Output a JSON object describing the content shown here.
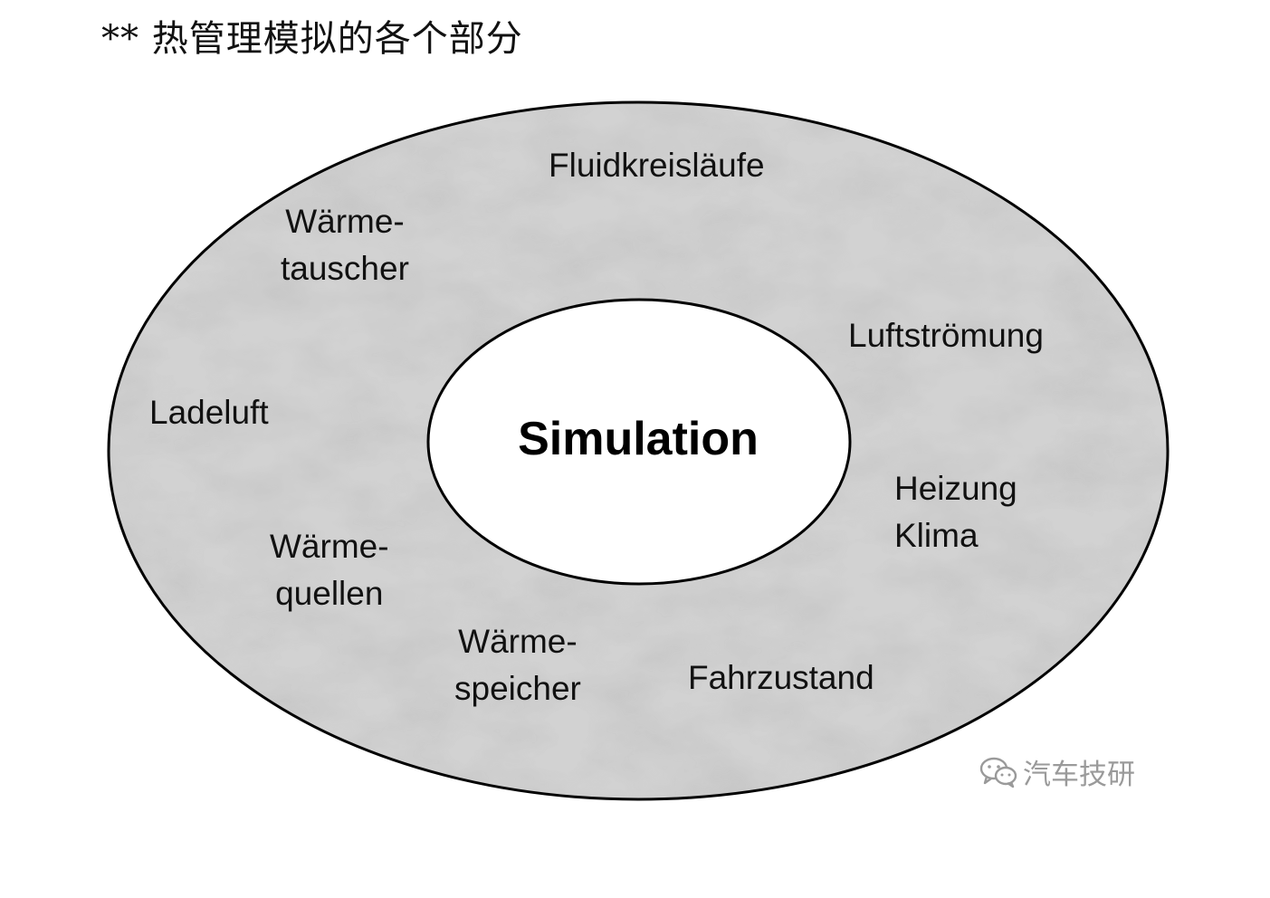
{
  "title": "** 热管理模拟的各个部分",
  "center": "Simulation",
  "ring_labels": {
    "fluidkreislaeufe": "Fluidkreisläufe",
    "waermetauscher": [
      "Wärme-",
      "tauscher"
    ],
    "luftstroemung": "Luftströmung",
    "ladeluft": "Ladeluft",
    "heizung_klima": [
      "Heizung",
      "Klima"
    ],
    "waermequellen": [
      "Wärme-",
      "quellen"
    ],
    "waermespeicher": [
      "Wärme-",
      "speicher"
    ],
    "fahrzustand": "Fahrzustand"
  },
  "watermark": "汽车技研",
  "colors": {
    "ring_fill": "#cfcfcf",
    "ring_stroke": "#000000",
    "center_fill": "#ffffff",
    "watermark": "#9a9a9a"
  }
}
